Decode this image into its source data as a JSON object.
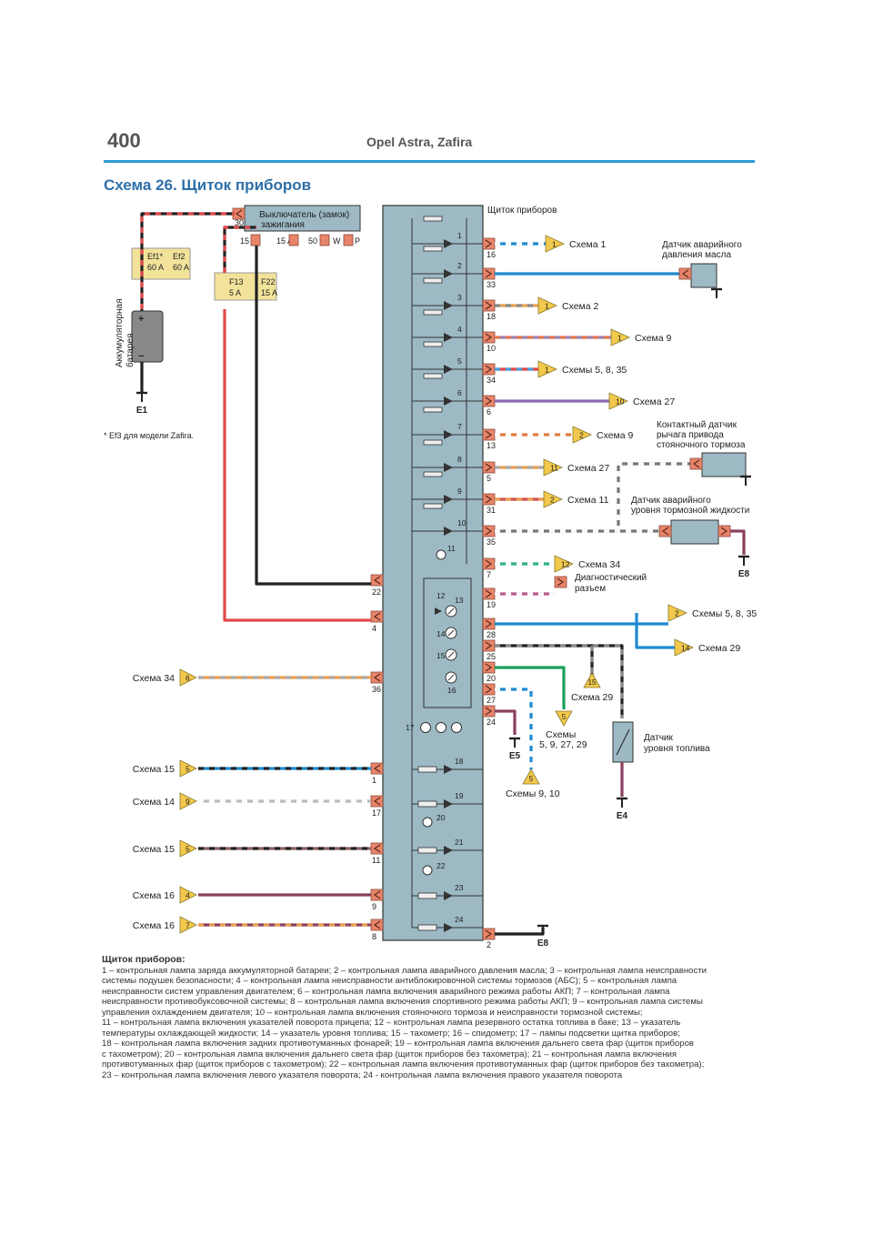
{
  "header": {
    "page_number": "400",
    "book_title": "Opel Astra, Zafira"
  },
  "title": "Схема 26. Щиток приборов",
  "colors": {
    "accent": "#2e9bd6",
    "panel": "#9cb9c4",
    "connector": "#e8846a",
    "triangle": "#f2c94c",
    "wire_red": "#e04848",
    "wire_blue": "#1f8ad0",
    "wire_green": "#19a05a"
  },
  "labels": {
    "ignition_switch": [
      "Выключатель (замок)",
      "зажигания"
    ],
    "ignition_pins": [
      "30",
      "15",
      "15 A",
      "50",
      "W",
      "P"
    ],
    "ef_fuses": [
      "Ef1*",
      "60 A",
      "Ef2",
      "60 A"
    ],
    "f_fuses": [
      "F13",
      "5 A",
      "F22",
      "15 A"
    ],
    "battery": [
      "Аккумуляторная",
      "батарея"
    ],
    "battery_ground": "E1",
    "footnote": "* Ef3 для модели Zafira.",
    "panel": "Щиток приборов",
    "oil_sensor": [
      "Датчик аварийного",
      "давления масла"
    ],
    "brake_switch": [
      "Контактный датчик",
      "рычага привода",
      "стояночного тормоза"
    ],
    "brake_fluid": [
      "Датчик аварийного",
      "уровня тормозной жидкости"
    ],
    "diag": [
      "Диагностический",
      "разъем"
    ],
    "fuel_sensor": [
      "Датчик",
      "уровня топлива"
    ],
    "grounds": [
      "E8",
      "E5",
      "E4",
      "E8"
    ]
  },
  "right_pins": [
    "16",
    "33",
    "18",
    "10",
    "34",
    "6",
    "13",
    "5",
    "31",
    "35",
    "7",
    "19",
    "28",
    "25",
    "20",
    "27",
    "24",
    "2"
  ],
  "left_pins": [
    "22",
    "4",
    "36",
    "1",
    "17",
    "11",
    "9",
    "8"
  ],
  "lamps": [
    "1",
    "2",
    "3",
    "4",
    "5",
    "6",
    "7",
    "8",
    "9",
    "10",
    "11",
    "12",
    "13",
    "14",
    "15",
    "16",
    "17",
    "18",
    "19",
    "20",
    "21",
    "22",
    "23",
    "24"
  ],
  "right_refs": [
    {
      "num": "1",
      "label": "Схема 1"
    },
    {
      "num": "1",
      "label": "Схема 2"
    },
    {
      "num": "1",
      "label": "Схема 9"
    },
    {
      "num": "1",
      "label": "Схемы 5, 8, 35"
    },
    {
      "num": "10",
      "label": "Схема 27"
    },
    {
      "num": "2",
      "label": "Схема 9"
    },
    {
      "num": "11",
      "label": "Схема 27"
    },
    {
      "num": "2",
      "label": "Схема 11"
    },
    {
      "num": "12",
      "label": "Схема 34"
    },
    {
      "num": "2",
      "label": "Схемы 5, 8, 35"
    },
    {
      "num": "14",
      "label": "Схема 29"
    },
    {
      "num": "15",
      "label": "Схема 29"
    },
    {
      "num": "5",
      "label": "Схемы\n5, 9, 27, 29"
    },
    {
      "num": "5",
      "label": "Схемы 9, 10"
    }
  ],
  "left_refs": [
    {
      "num": "6",
      "label": "Схема 34"
    },
    {
      "num": "5",
      "label": "Схема 15"
    },
    {
      "num": "9",
      "label": "Схема 14"
    },
    {
      "num": "5",
      "label": "Схема 15"
    },
    {
      "num": "4",
      "label": "Схема 16"
    },
    {
      "num": "7",
      "label": "Схема 16"
    }
  ],
  "legend": {
    "title": "Щиток приборов:",
    "lines": [
      "1 – контрольная лампа заряда аккумуляторной батареи; 2 – контрольная лампа аварийного давления масла; 3 – контрольная лампа неисправности",
      "системы подушек безопасности; 4 – контрольная лампа неисправности антиблокировочной системы тормозов (АБС); 5 – контрольная лампа",
      "неисправности систем управления двигателем; 6 – контрольная лампа включения аварийного режима работы АКП; 7 – контрольная лампа",
      "неисправности противобуксовочной системы; 8 – контрольная лампа включения спортивного режима работы АКП; 9 – контрольная лампа системы",
      "управления охлаждением двигателя; 10 – контрольная лампа включения стояночного тормоза и неисправности тормозной системы;",
      "11 – контрольная лампа включения указателей поворота прицепа; 12 – контрольная лампа резервного остатка топлива в баке; 13 – указатель",
      "температуры охлаждающей жидкости; 14 – указатель уровня топлива; 15 – тахометр; 16 – спидометр; 17 – лампы подсветки щитка приборов;",
      "18 – контрольная лампа включения задних противотуманных фонарей; 19 – контрольная лампа включения дальнего света фар (щиток приборов",
      "с тахометром); 20 – контрольная лампа включения дальнего света фар (щиток приборов без тахометра); 21 – контрольная лампа включения",
      "противотуманных фар (щиток приборов с тахометром); 22 – контрольная лампа включения противотуманных фар (щиток приборов без тахометра);",
      "23 – контрольная лампа включения левого указателя поворота; 24 - контрольная лампа включения правого указателя поворота"
    ]
  }
}
